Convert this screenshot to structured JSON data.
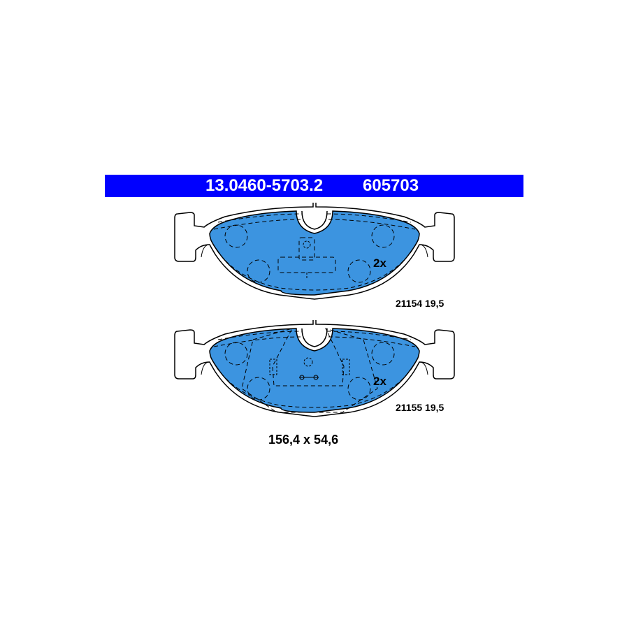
{
  "header": {
    "part_number": "13.0460-5703.2",
    "ref_number": "605703"
  },
  "pads": [
    {
      "quantity": "2x",
      "code": "21154 19,5"
    },
    {
      "quantity": "2x",
      "code": "21155 19,5"
    }
  ],
  "dimensions": "156,4 x 54,6",
  "colors": {
    "header": "#0000ff",
    "pad_fill": "#3c94e0",
    "outline": "#000000"
  }
}
